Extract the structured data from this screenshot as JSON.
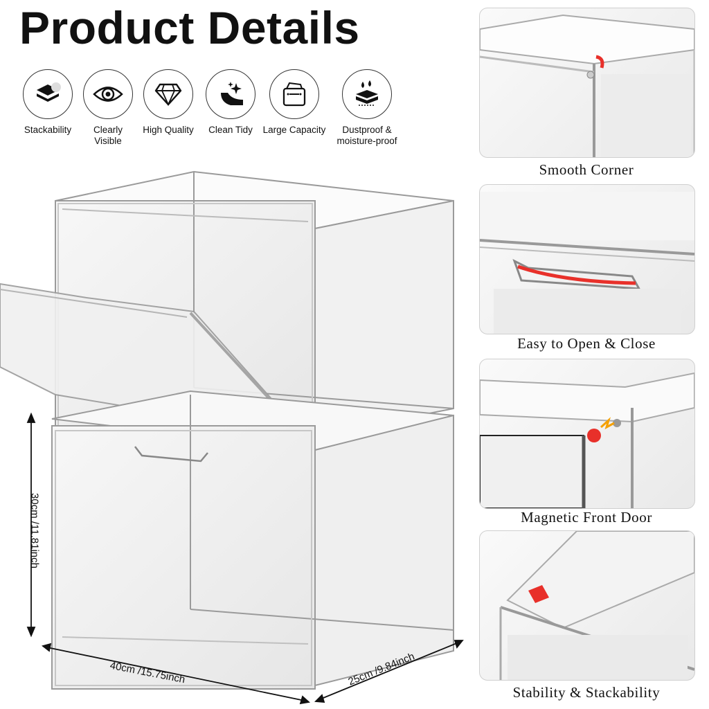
{
  "title": "Product Details",
  "features": [
    {
      "icon": "layers-icon",
      "label": "Stackability"
    },
    {
      "icon": "eye-icon",
      "label": "Clearly\nVisible"
    },
    {
      "icon": "diamond-icon",
      "label": "High Quality"
    },
    {
      "icon": "sparkle-surface-icon",
      "label": "Clean Tidy"
    },
    {
      "icon": "storage-box-icon",
      "label": "Large Capacity"
    },
    {
      "icon": "moisture-layers-icon",
      "label": "Dustproof &\nmoisture-proof"
    }
  ],
  "details": [
    {
      "caption": "Smooth Corner"
    },
    {
      "caption": "Easy to Open & Close"
    },
    {
      "caption": "Magnetic Front Door"
    },
    {
      "caption": "Stability & Stackability"
    }
  ],
  "dimensions": {
    "height": "30cm /11.81inch",
    "width": "40cm /15.75inch",
    "depth": "25cm /9.84inch"
  },
  "colors": {
    "highlight": "#e8302a",
    "frame": "#8a8a8a"
  }
}
